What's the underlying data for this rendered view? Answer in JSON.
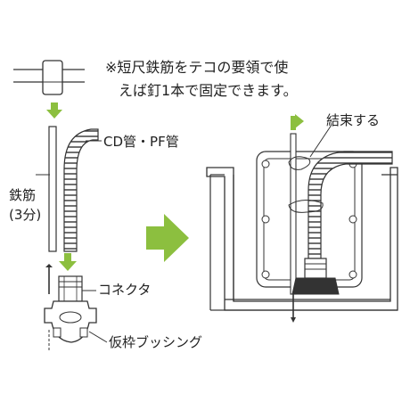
{
  "note": {
    "line1": "※短尺鉄筋をテコの要領で使",
    "line2": "えば釘1本で固定できます。"
  },
  "labels": {
    "cd_pf_pipe": "CD管・PF管",
    "rebar_line1": "鉄筋",
    "rebar_line2": "(3分)",
    "connector": "コネクタ",
    "temporary_bushing": "仮枠ブッシング",
    "binding": "結束する"
  },
  "colors": {
    "arrow_green": "#8cbf3f",
    "line": "#333333",
    "pipe_fill": "#ffffff"
  }
}
